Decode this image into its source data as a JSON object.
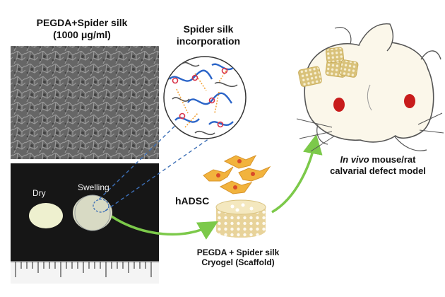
{
  "labels": {
    "sample_title_line1": "PEGDA+Spider silk",
    "sample_title_line2": "(1000 μg/ml)",
    "spider_line1": "Spider silk",
    "spider_line2": "incorporation",
    "dry": "Dry",
    "swelling": "Swelling",
    "hadsc": "hADSC",
    "scaffold_line1": "PEGDA + Spider silk",
    "scaffold_line2": "Cryogel (Scaffold)",
    "model_italic": "In vivo",
    "model_rest": " mouse/rat",
    "model_line2": "calvarial  defect model"
  },
  "colors": {
    "arrow_green": "#7cc94a",
    "dashed_blue": "#3d6fb6",
    "cell_orange": "#f2b33d",
    "nucleus_red": "#d94a2a",
    "mouse_eye": "#c81c1c"
  }
}
